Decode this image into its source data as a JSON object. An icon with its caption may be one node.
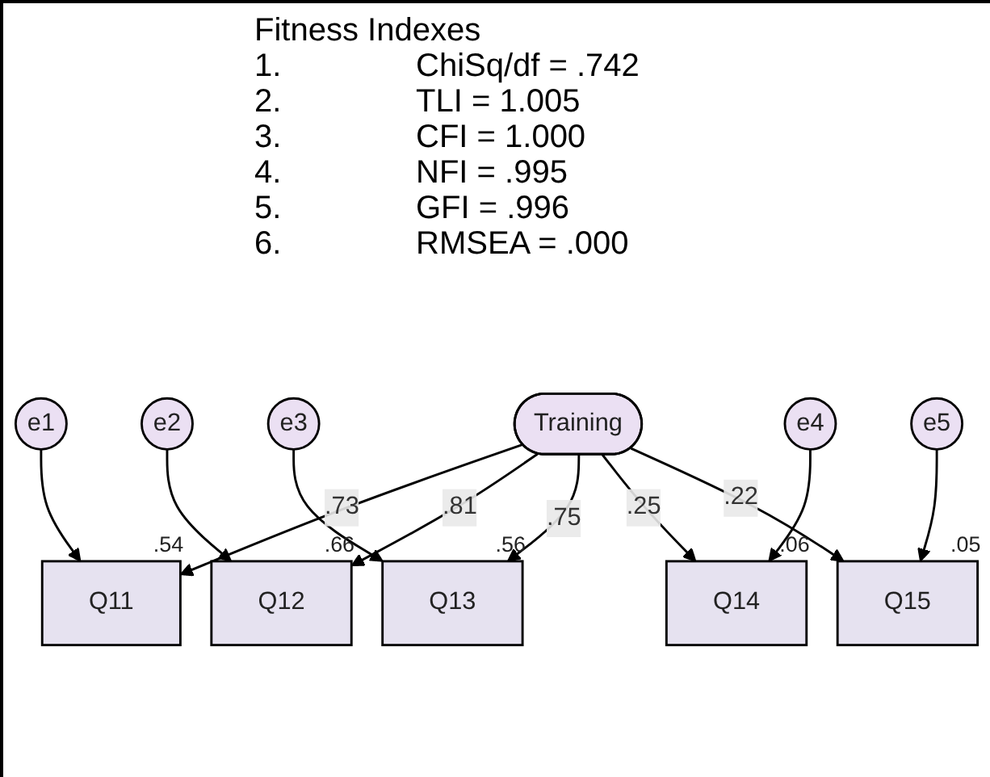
{
  "diagram": {
    "title": "Fitness Indexes",
    "nodes": [
      {
        "text": [
          "e1"
        ]
      },
      {
        "text": [
          "e2"
        ]
      },
      {
        "text": [
          "e3"
        ]
      },
      {
        "text": [
          "e4"
        ]
      },
      {
        "text": [
          "e5"
        ]
      },
      {
        "text": [
          "Q11"
        ],
        "beside": [
          ".54"
        ]
      },
      {
        "text": [
          "Q12"
        ],
        "beside": [
          ".66"
        ]
      },
      {
        "text": [
          "Q13"
        ],
        "beside": [
          ".56"
        ]
      },
      {
        "text": [
          "Q14"
        ],
        "beside": [
          ".06"
        ]
      },
      {
        "text": [
          "Q15"
        ],
        "beside": [
          ".05"
        ]
      },
      {
        "text": [
          "Training"
        ]
      }
    ],
    "edges": [
      {
        "from": 0,
        "to": 5,
        "arrow": "to"
      },
      {
        "from": 1,
        "to": 6,
        "arrow": "to"
      },
      {
        "from": 2,
        "to": 7,
        "arrow": "to"
      },
      {
        "from": 3,
        "to": 8,
        "arrow": "to"
      },
      {
        "from": 4,
        "to": 9,
        "arrow": "to"
      },
      {
        "from": 10,
        "to": 5,
        "arrow": "to",
        "label": ".73"
      },
      {
        "from": 10,
        "to": 6,
        "arrow": "to",
        "label": ".81"
      },
      {
        "from": 10,
        "to": 7,
        "arrow": "to",
        "label": ".75"
      },
      {
        "from": 10,
        "to": 8,
        "arrow": "to",
        "label": ".25"
      },
      {
        "from": 10,
        "to": 9,
        "arrow": "to",
        "label": ".22"
      }
    ],
    "labels": [
      "1.",
      "ChiSq/df = .742",
      "2.",
      "TLI = 1.005",
      "3.",
      "CFI = 1.000",
      "4.",
      "NFI = .995",
      "5.",
      "GFI = .996",
      "6.",
      "RMSEA = .000"
    ]
  }
}
